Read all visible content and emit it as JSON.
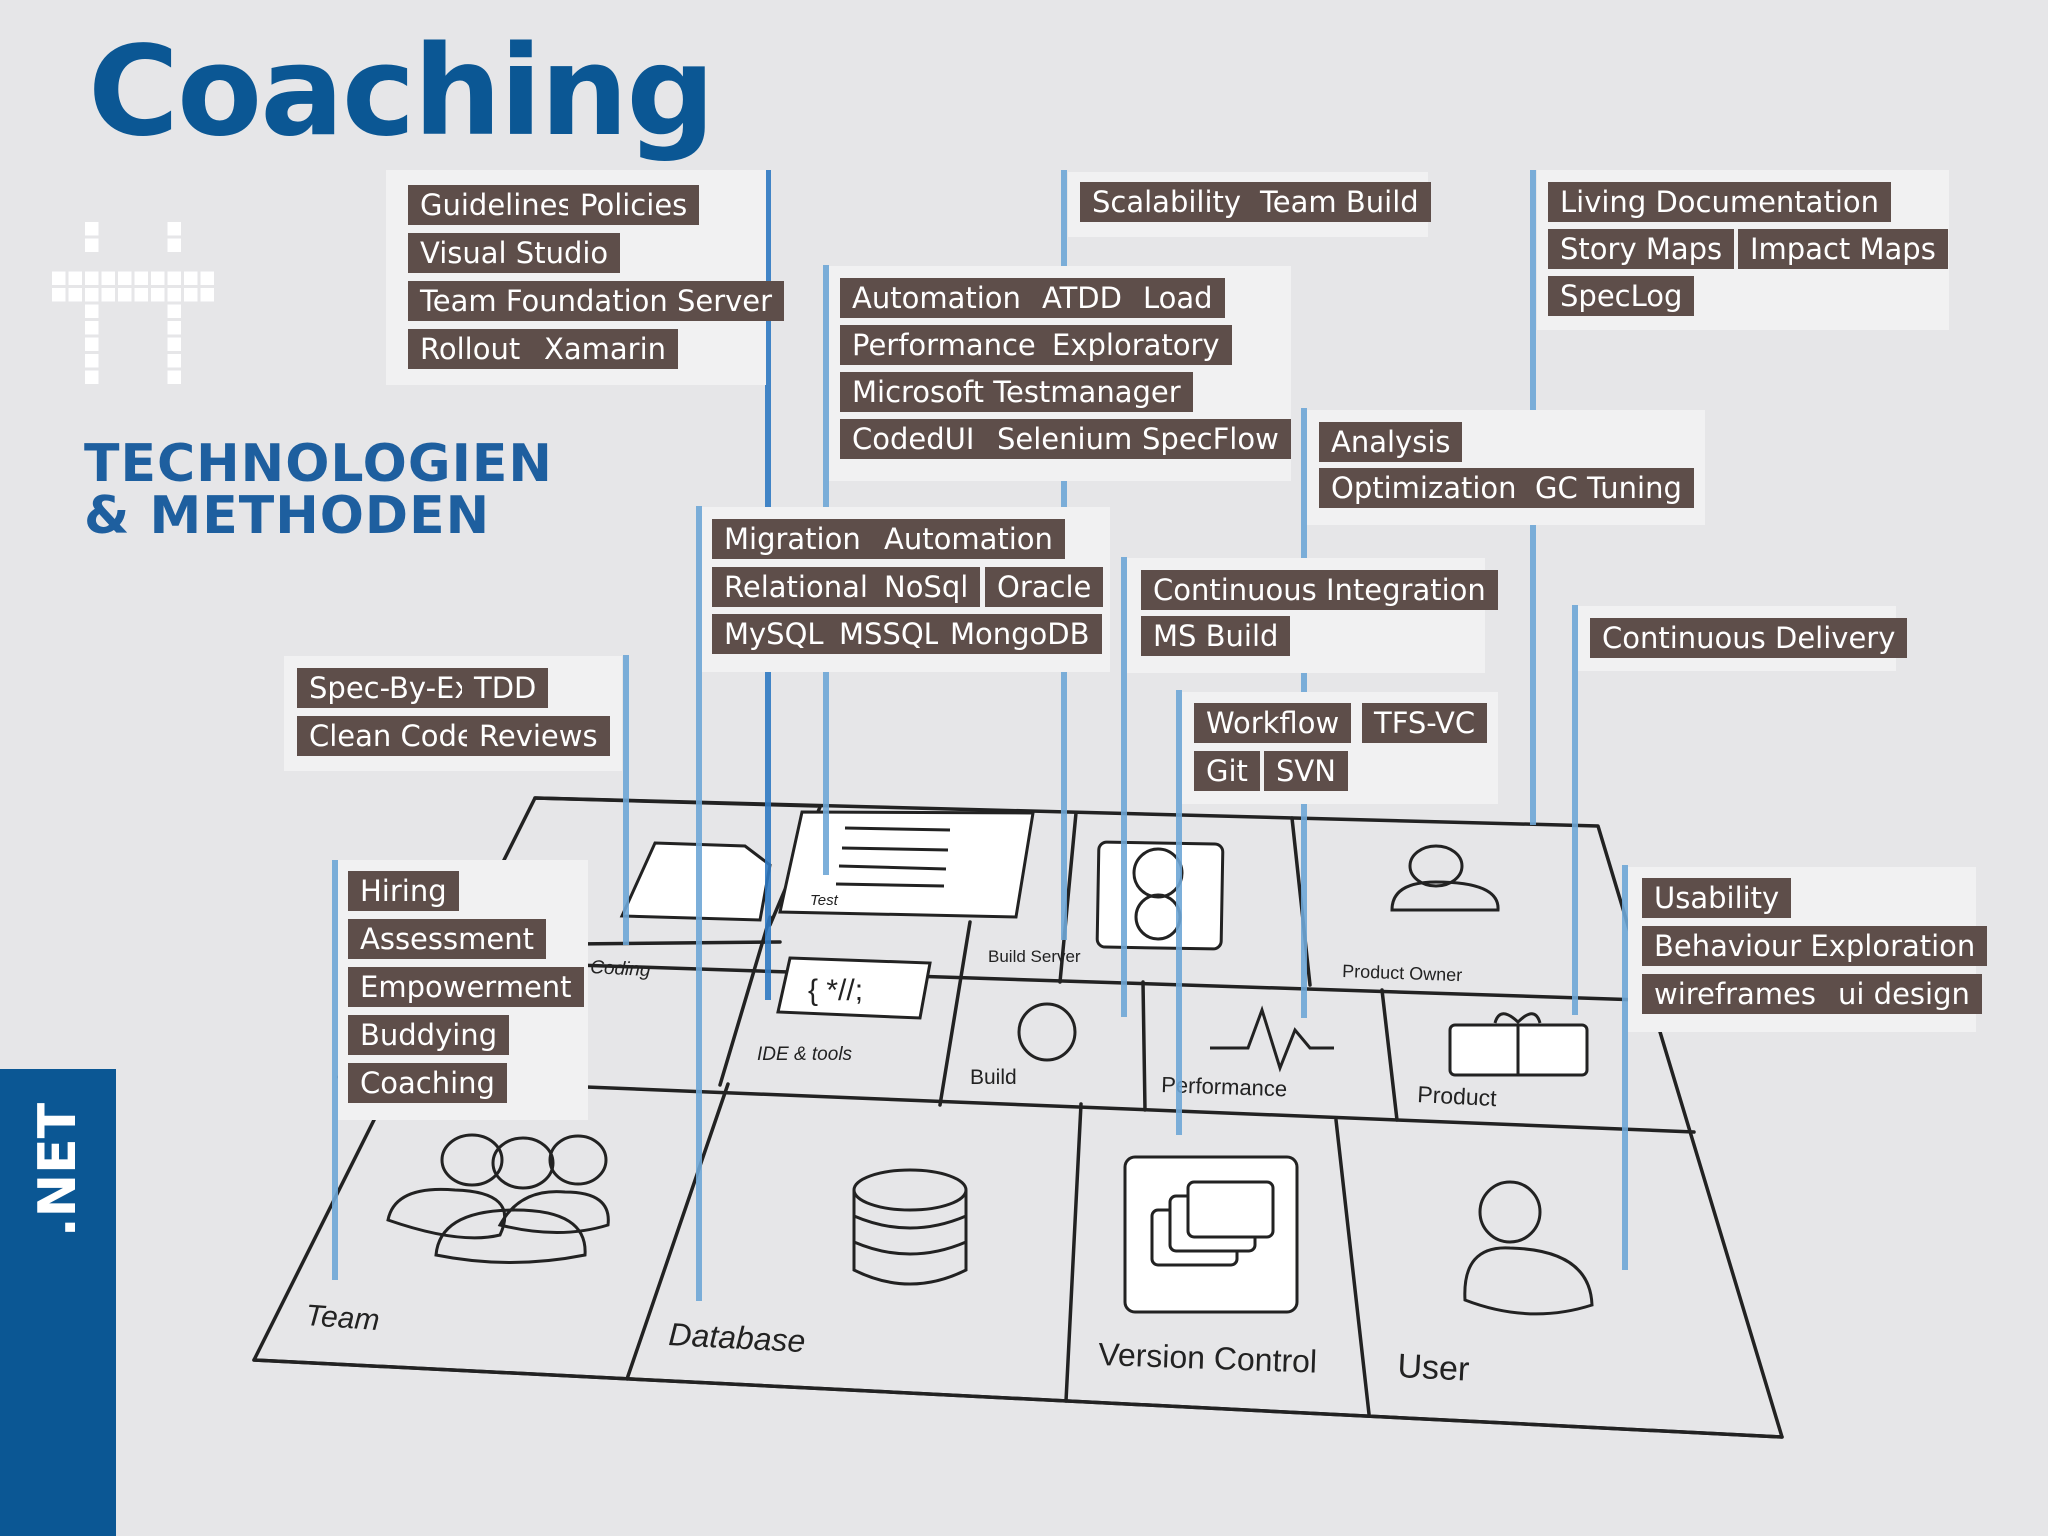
{
  "title": "Coaching",
  "brand": {
    "line1": "TECHNOLOGIEN",
    "line2": "& METHODEN",
    "side_label": ".NET",
    "accent_color": "#0b5794",
    "tag_color": "#5e4e4a"
  },
  "floor": {
    "tiles": {
      "coding": "Coding",
      "test": "Test",
      "build_server": "Build Server",
      "product_owner": "Product Owner",
      "ide_tools": "IDE & tools",
      "build": "Build",
      "performance": "Performance",
      "product": "Product",
      "team": "Team",
      "database": "Database",
      "version_control": "Version Control",
      "user": "User"
    },
    "ide_glyph": "{ *//;"
  },
  "groups": {
    "coding_tools": [
      "Guidelines",
      "Policies",
      "Visual Studio",
      "Team Foundation Server",
      "Rollout",
      "Xamarin"
    ],
    "build_server": [
      "Scalability",
      "Team Build"
    ],
    "product_owner": [
      "Living Documentation",
      "Story Maps",
      "Impact Maps",
      "SpecLog"
    ],
    "test": [
      "Automation",
      "ATDD",
      "Load",
      "Performance",
      "Exploratory",
      "Microsoft Testmanager",
      "CodedUI",
      "Selenium",
      "SpecFlow"
    ],
    "performance": [
      "Analysis",
      "Optimization",
      "GC Tuning"
    ],
    "database": [
      "Migration",
      "Automation",
      "Relational",
      "NoSql",
      "Oracle",
      "MySQL",
      "MSSQL",
      "MongoDB"
    ],
    "build": [
      "Continuous Integration",
      "MS Build"
    ],
    "product": [
      "Continuous Delivery"
    ],
    "coding": [
      "Spec-By-Ex",
      "TDD",
      "Clean Code",
      "Reviews"
    ],
    "version_control": [
      "Workflow",
      "TFS-VC",
      "Git",
      "SVN"
    ],
    "team": [
      "Hiring",
      "Assessment",
      "Empowerment",
      "Buddying",
      "Coaching"
    ],
    "user": [
      "Usability",
      "Behaviour Exploration",
      "wireframes",
      "ui design"
    ]
  }
}
